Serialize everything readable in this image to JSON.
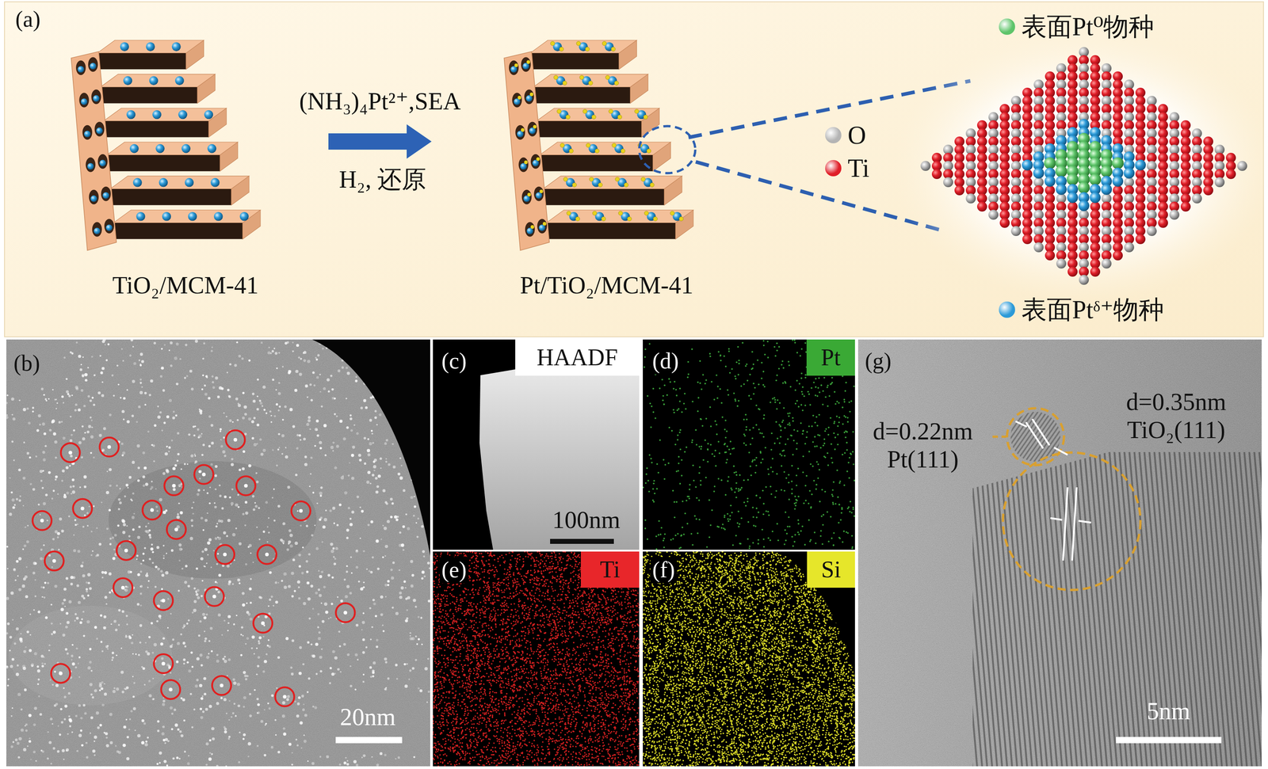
{
  "diagram": {
    "nodes": [
      {
        "text": [
          "TiO₂/MCM-41"
        ]
      },
      {
        "text": [
          "Pt/TiO₂/MCM-41"
        ]
      },
      {
        "text": [
          "HAADF"
        ]
      },
      {
        "text": [
          "Pt"
        ]
      },
      {
        "text": [
          "Ti"
        ]
      },
      {
        "text": [
          "Si"
        ]
      }
    ],
    "edges": [
      {
        "from": 0,
        "to": 1,
        "arrow": "to",
        "label": "(NH₃)₄Pt²⁺,SEA"
      }
    ],
    "labels": [
      "(a)",
      "H₂, 还原",
      "(b)",
      "20nm",
      "(c)",
      "100nm",
      "(d)",
      "(e)",
      "(f)",
      "(g)",
      "d=0.22nm Pt(111)",
      "d=0.35nm TiO₂(111)",
      "5nm"
    ],
    "legend": [
      {
        "text": "表面Pt⁰物种",
        "color": "#5ec46a"
      },
      {
        "text": "O",
        "color": "#b4b4b4"
      },
      {
        "text": "Ti",
        "color": "#e01e28"
      },
      {
        "text": "表面Ptᵟ⁺物种",
        "color": "#2c9ad8"
      }
    ]
  }
}
